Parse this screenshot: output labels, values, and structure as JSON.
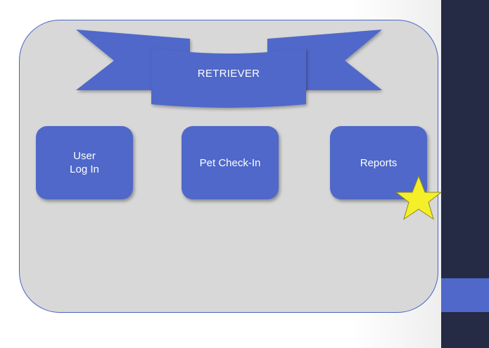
{
  "banner": {
    "title": "RETRIEVER"
  },
  "tiles": {
    "user_login": {
      "line1": "User",
      "line2": "Log In"
    },
    "pet_checkin": {
      "label": "Pet Check-In"
    },
    "reports": {
      "label": "Reports"
    }
  },
  "icons": [
    "ribbon-banner-icon",
    "star-icon"
  ],
  "colors": {
    "accent": "#4f68c9",
    "panel": "#d8d8d8",
    "sidebar": "#252a45",
    "star": "#f5ef2a"
  }
}
